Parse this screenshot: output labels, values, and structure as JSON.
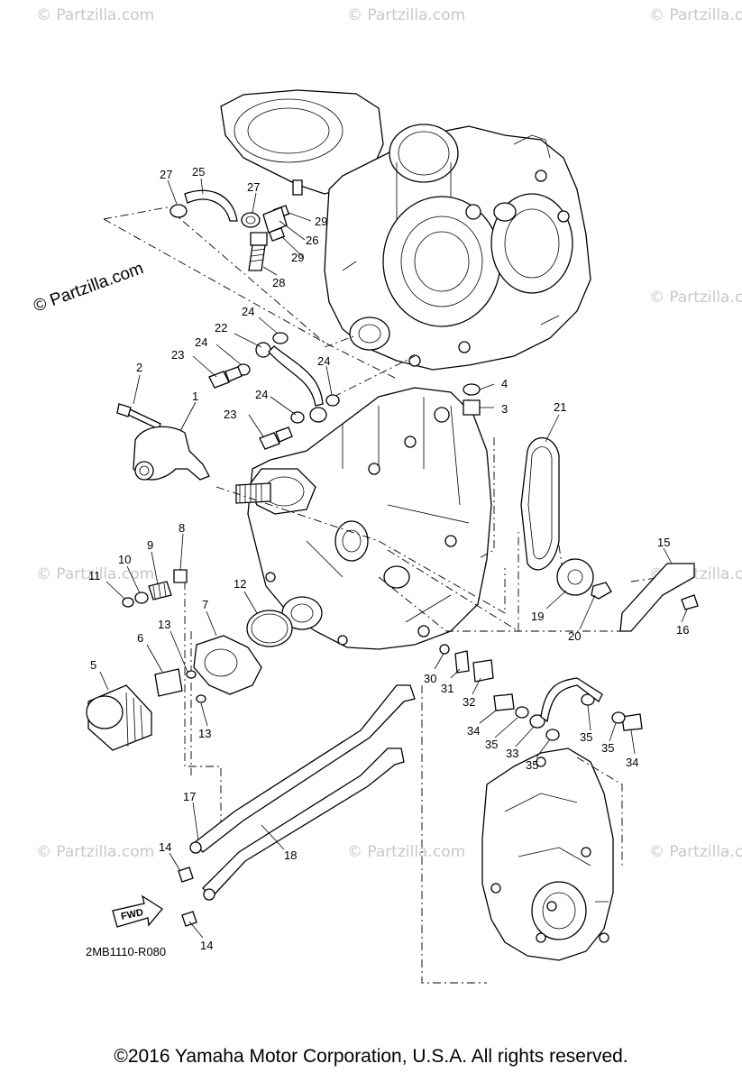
{
  "watermarks": {
    "light": "© Partzilla.com",
    "dark": "© Partzilla.com"
  },
  "diagram_code": "2MB1110-R080",
  "fwd_label": "FWD",
  "copyright": "©2016  Yamaha Motor Corporation, U.S.A. All rights reserved.",
  "callouts": {
    "c1": "1",
    "c2": "2",
    "c3": "3",
    "c4": "4",
    "c5": "5",
    "c6": "6",
    "c7": "7",
    "c8": "8",
    "c9": "9",
    "c10": "10",
    "c11": "11",
    "c12": "12",
    "c13a": "13",
    "c13b": "13",
    "c14a": "14",
    "c14b": "14",
    "c15": "15",
    "c16": "16",
    "c17": "17",
    "c18": "18",
    "c19": "19",
    "c20": "20",
    "c21": "21",
    "c22": "22",
    "c23a": "23",
    "c23b": "23",
    "c24a": "24",
    "c24b": "24",
    "c24c": "24",
    "c24d": "24",
    "c25": "25",
    "c26": "26",
    "c27a": "27",
    "c27b": "27",
    "c28": "28",
    "c29a": "29",
    "c29b": "29",
    "c30": "30",
    "c31": "31",
    "c32": "32",
    "c33": "33",
    "c34a": "34",
    "c34b": "34",
    "c35a": "35",
    "c35b": "35",
    "c35c": "35",
    "c35d": "35"
  }
}
